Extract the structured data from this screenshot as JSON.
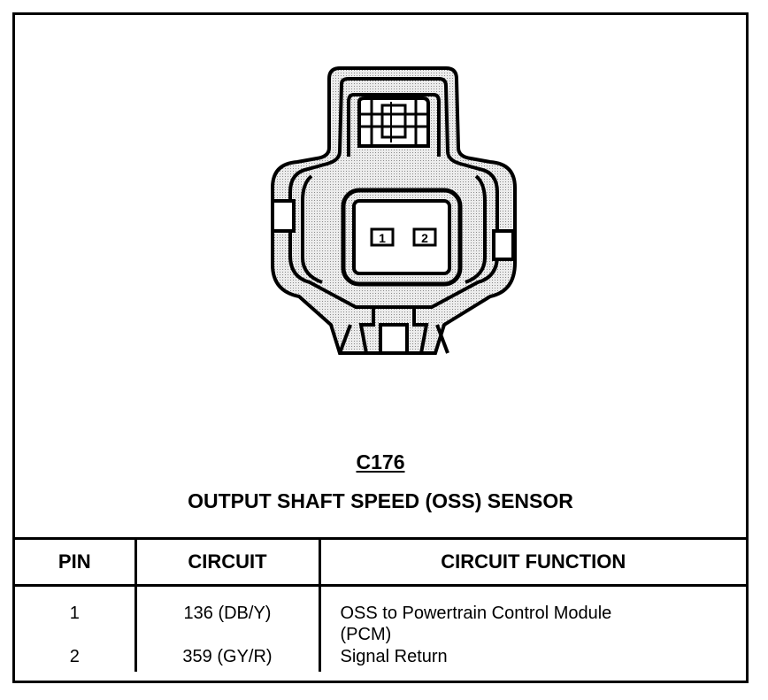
{
  "connector": {
    "id": "C176",
    "name": "OUTPUT SHAFT SPEED (OSS) SENSOR",
    "pin_labels": [
      "1",
      "2"
    ]
  },
  "table": {
    "headers": [
      "PIN",
      "CIRCUIT",
      "CIRCUIT FUNCTION"
    ],
    "rows": [
      {
        "pin": "1",
        "circuit": "136 (DB/Y)",
        "function": "OSS to Powertrain Control Module (PCM)"
      },
      {
        "pin": "2",
        "circuit": "359 (GY/R)",
        "function": "Signal Return"
      }
    ]
  }
}
